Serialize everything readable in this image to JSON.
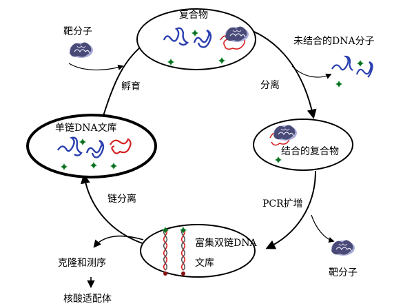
{
  "labels": {
    "complex": "复合物",
    "unbound": "未结合的DNA分子",
    "separation": "分离",
    "bound_complex": "结合的复合物",
    "pcr": "PCR扩增",
    "target_right": "靶分子",
    "enriched_line1": "富集双链DNA",
    "enriched_line2": "文库",
    "strand_separation": "链分离",
    "ssdna_library": "单链DNA文库",
    "incubation": "孵育",
    "target_left": "靶分子",
    "cloning": "克隆和测序",
    "aptamer": "核酸适配体"
  },
  "colors": {
    "outline": "#000000",
    "strand_blue": "#2a3fb0",
    "strand_red": "#d42020",
    "bead_green": "#1f9a3a",
    "protein_dark": "#4a4a78",
    "protein_light": "#a9acd6"
  },
  "icons": [
    "target-protein-icon",
    "dna-strand-icon",
    "double-helix-icon",
    "bead-icon"
  ]
}
